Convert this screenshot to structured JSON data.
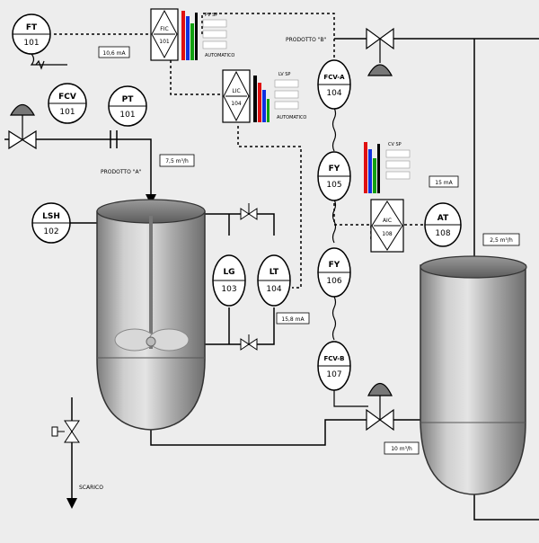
{
  "instruments": {
    "ft101": {
      "tag": "FT",
      "loop": "101"
    },
    "fcv101": {
      "tag": "FCV",
      "loop": "101"
    },
    "pt101": {
      "tag": "PT",
      "loop": "101"
    },
    "lsh102": {
      "tag": "LSH",
      "loop": "102"
    },
    "lg103": {
      "tag": "LG",
      "loop": "103"
    },
    "lt104": {
      "tag": "LT",
      "loop": "104"
    },
    "fcva": {
      "tag": "FCV-A",
      "loop": "104"
    },
    "fy105": {
      "tag": "FY",
      "loop": "105"
    },
    "fy106": {
      "tag": "FY",
      "loop": "106"
    },
    "fcvb": {
      "tag": "FCV-B",
      "loop": "107"
    },
    "at108": {
      "tag": "AT",
      "loop": "108"
    }
  },
  "controllers": {
    "fic101": {
      "tag": "FIC",
      "loop": "101",
      "header": "PV  SP",
      "footer": "AUTOMATICO"
    },
    "lic104": {
      "tag": "LIC",
      "loop": "104",
      "header": "LV  SP",
      "footer": "AUTOMATICO"
    },
    "aic108": {
      "tag": "AIC",
      "loop": "108",
      "header": "CV  SP"
    }
  },
  "signals": {
    "pt_ma": "10,6 mA",
    "lt_ma": "15,8 mA",
    "at_ma": "15 mA"
  },
  "streams": {
    "product_a": "PRODOTTO \"A\"",
    "product_b": "PRODOTTO \"B\"",
    "drain": "SCARICO",
    "flow_a": "7,5 m³/h",
    "flow_b": "2,5 m³/h",
    "flow_out": "10 m³/h"
  },
  "colors": {
    "bar_red": "#e01010",
    "bar_blue": "#1030e0",
    "bar_green": "#10a010",
    "bar_black": "#000000",
    "vessel_dark": "#8a8a8a",
    "vessel_light": "#d8d8d8"
  }
}
